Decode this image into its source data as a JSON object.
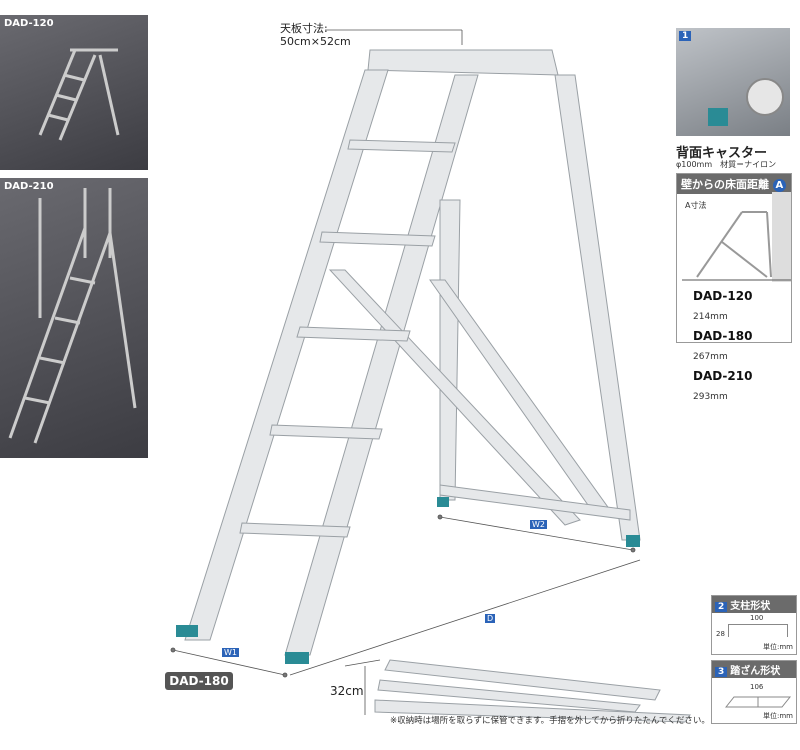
{
  "photos": [
    {
      "label": "DAD-120"
    },
    {
      "label": "DAD-210"
    }
  ],
  "top_plate": {
    "label": "天板寸法:",
    "value": "50cm×52cm"
  },
  "caster": {
    "badge": "1",
    "title": "背面キャスター",
    "spec": "φ100mm　材質＝ナイロン"
  },
  "wall_distance": {
    "title": "壁からの床面距離",
    "badge": "A",
    "dim_label": "A寸法",
    "rows": [
      {
        "model": "DAD-120",
        "value": "214mm"
      },
      {
        "model": "DAD-180",
        "value": "267mm"
      },
      {
        "model": "DAD-210",
        "value": "293mm"
      }
    ]
  },
  "dimensions": {
    "w1": "W1",
    "w2": "W2",
    "d": "D",
    "height_folded": "32cm"
  },
  "main_model": "DAD-180",
  "pillar": {
    "badge": "2",
    "title": "支柱形状",
    "width": "100",
    "height": "28",
    "unit": "単位:mm"
  },
  "step": {
    "badge": "3",
    "title": "踏ざん形状",
    "width": "106",
    "unit": "単位:mm"
  },
  "note": "※収納時は場所を取らずに保管できます。手摺を外してから折りたたんでください。"
}
